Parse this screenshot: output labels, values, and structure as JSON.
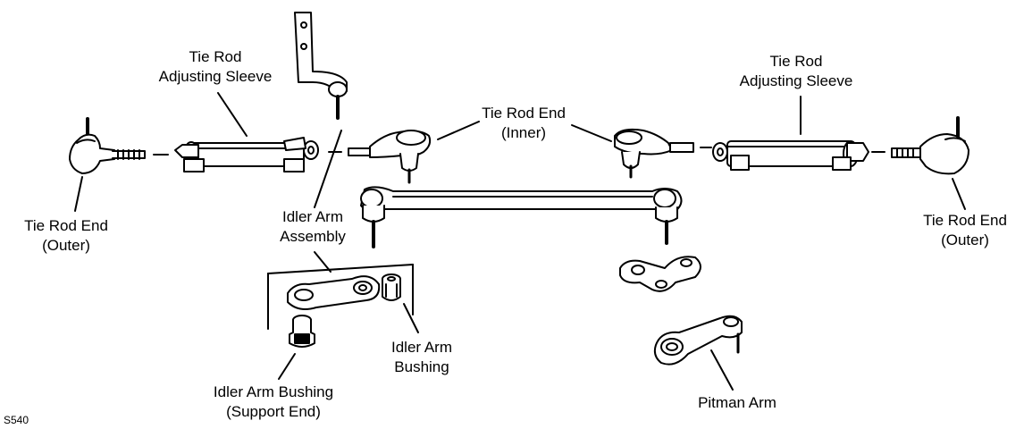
{
  "labels": {
    "adj_sleeve_left": [
      "Tie Rod",
      "Adjusting Sleeve"
    ],
    "adj_sleeve_right": [
      "Tie Rod",
      "Adjusting Sleeve"
    ],
    "tie_rod_end_inner": [
      "Tie Rod End",
      "(Inner)"
    ],
    "tie_rod_end_outer_left": [
      "Tie Rod End",
      "(Outer)"
    ],
    "tie_rod_end_outer_right": [
      "Tie Rod End",
      "(Outer)"
    ],
    "idler_arm_assembly": [
      "Idler Arm",
      "Assembly"
    ],
    "idler_arm_bushing": [
      "Idler Arm",
      "Bushing"
    ],
    "idler_arm_bushing_support": [
      "Idler Arm Bushing",
      "(Support End)"
    ],
    "pitman_arm": [
      "Pitman Arm"
    ]
  },
  "figure_code": "S540"
}
